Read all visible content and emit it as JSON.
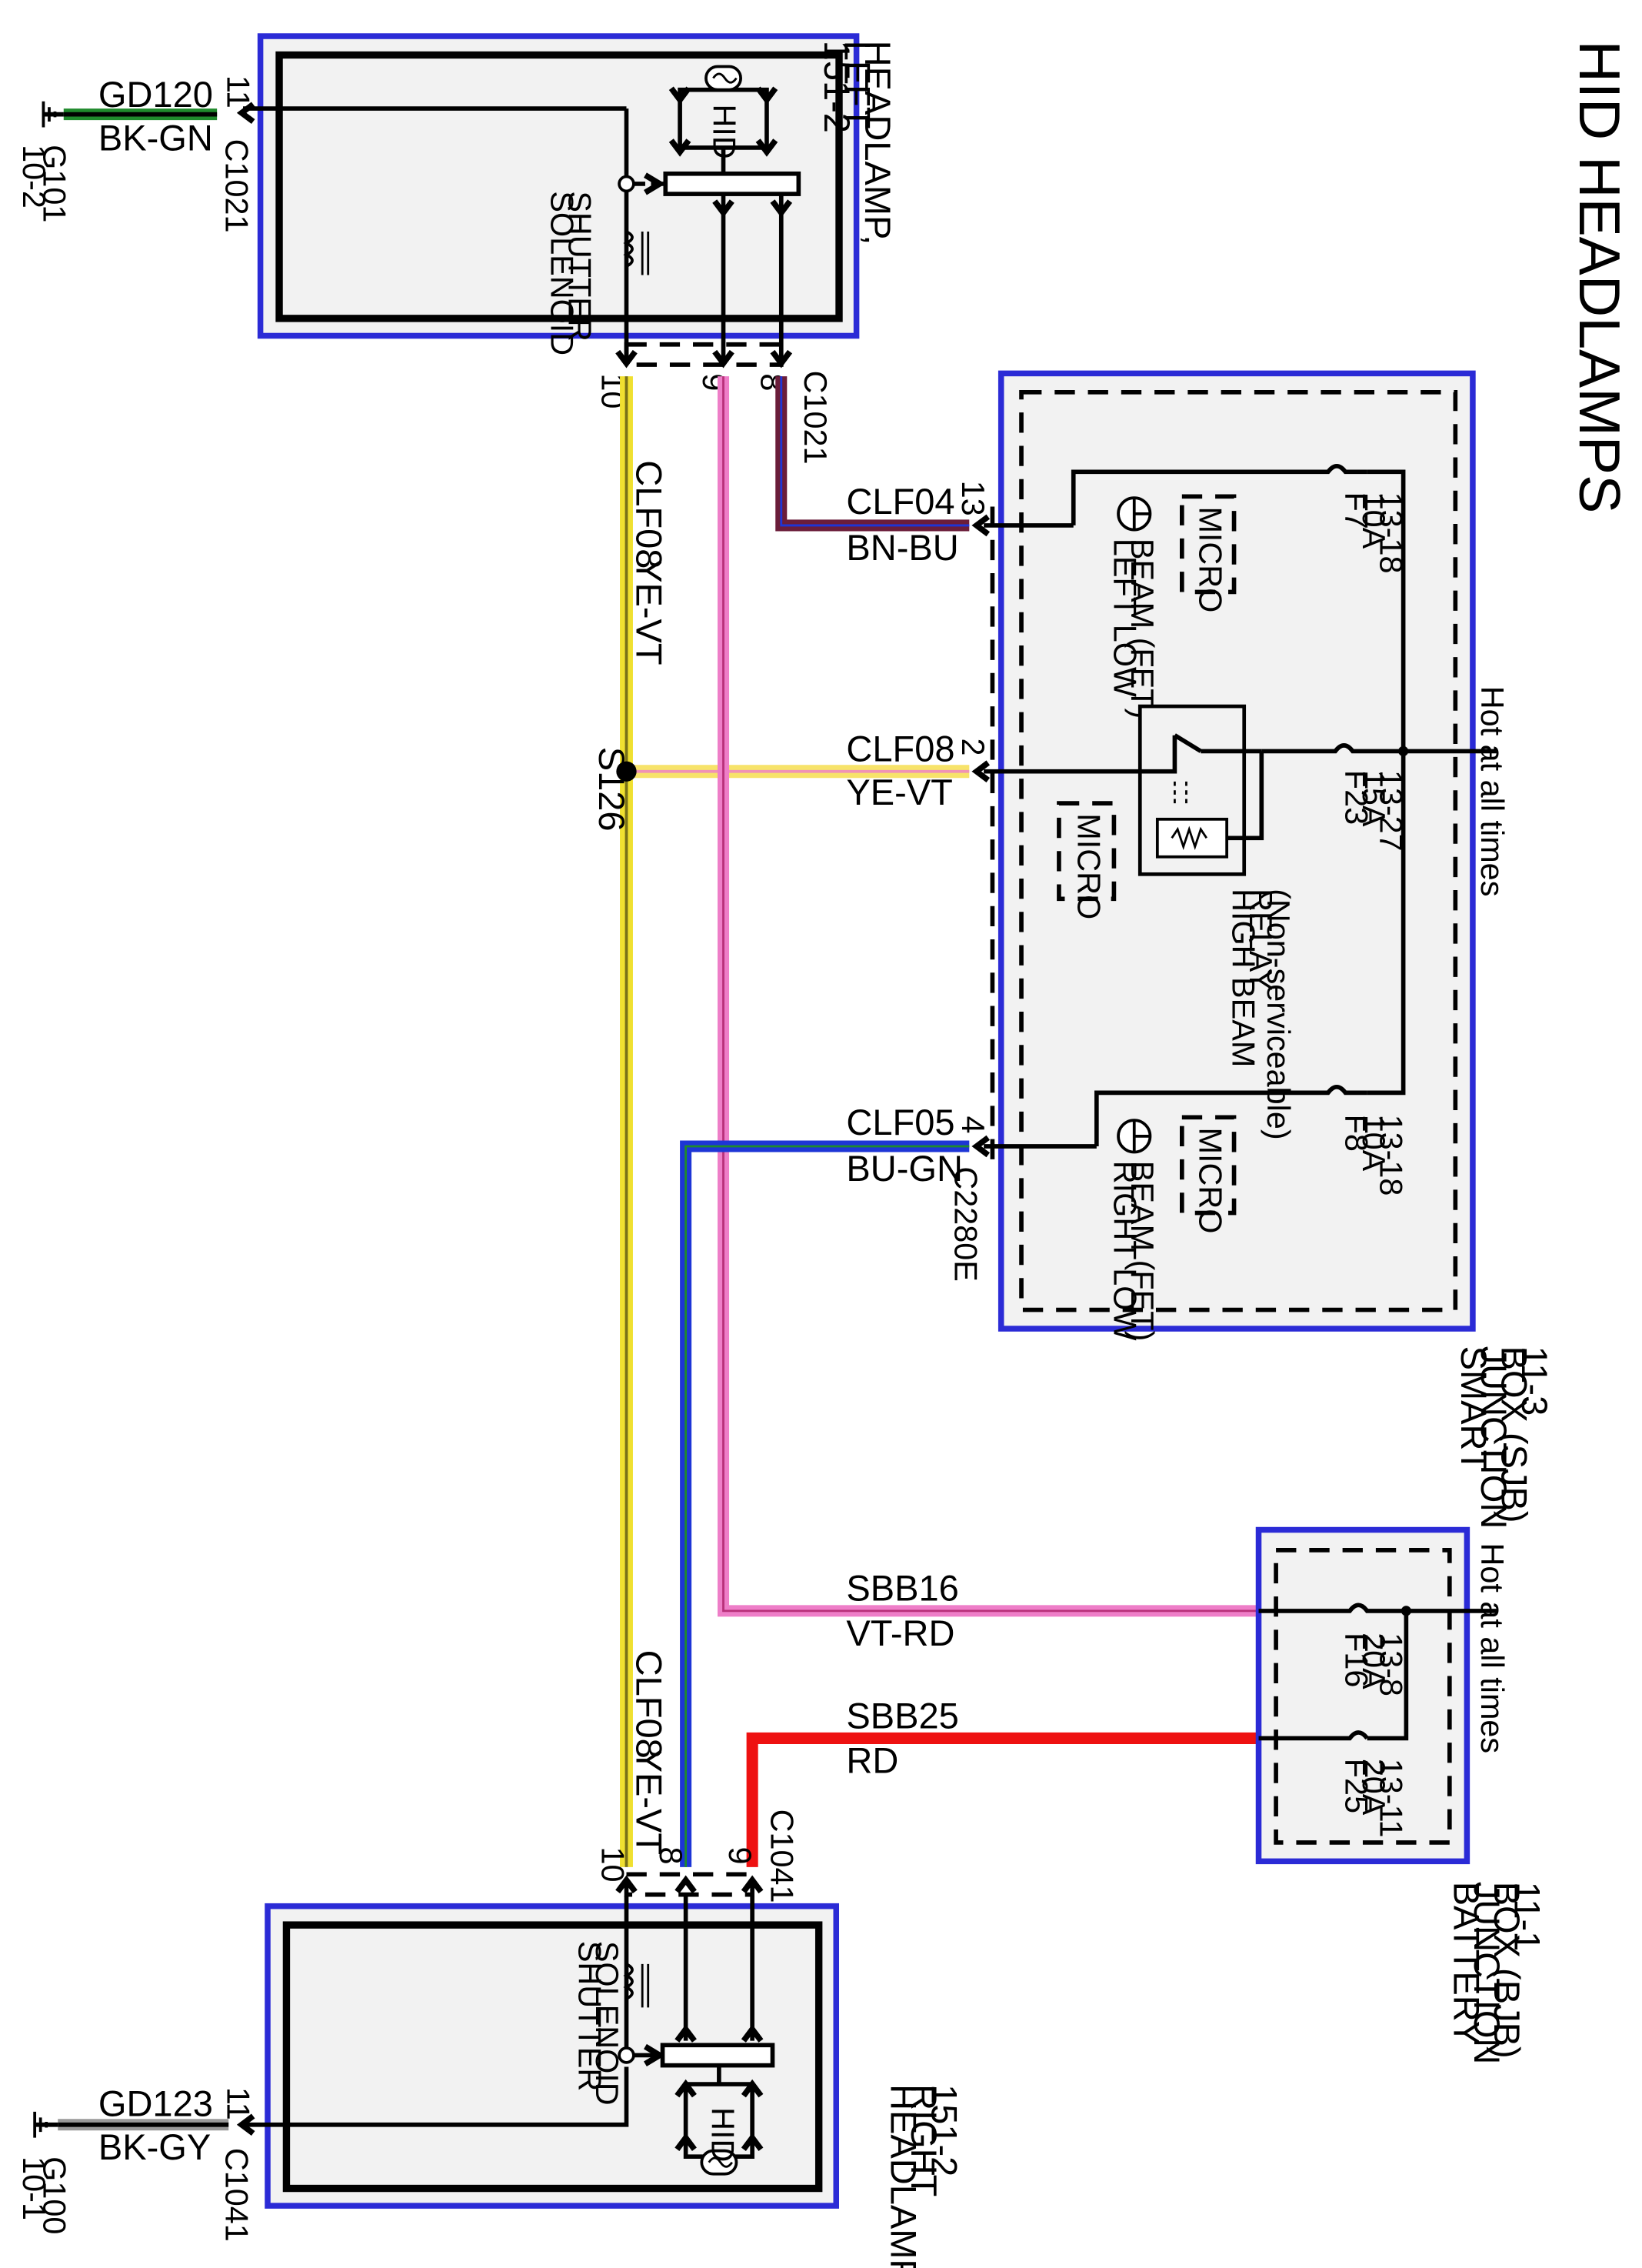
{
  "title": "HID HEADLAMPS",
  "colors": {
    "box_outline": "#2b2bd6",
    "box_fill": "#f2f2f2",
    "wire_yellow": "#f0e030",
    "wire_pink": "#ee7ec8",
    "wire_brown": "#6b1d3a",
    "wire_blue": "#1d35d6",
    "wire_red": "#ee1111",
    "wire_green": "#1f8a2c",
    "wire_grey": "#9a9a9a"
  },
  "headlamp_left": {
    "label_lines": [
      "HEADLAMP,",
      "LEFT",
      "151-2"
    ],
    "hid_label": "HID",
    "shutter_lines": [
      "SHUTTER",
      "SOLENOID"
    ],
    "connector": "C1021",
    "ground_connector": "C1021",
    "ground_pin": "11",
    "ground_circuit": "GD120",
    "ground_color": "BK-GN",
    "ground_name": "G101",
    "ground_ref": "10-2",
    "pins": [
      "10",
      "9",
      "8"
    ]
  },
  "headlamp_right": {
    "label_lines": [
      "HEADLAMP,",
      "RIGHT",
      "151-2"
    ],
    "hid_label": "HID",
    "shutter_lines": [
      "SHUTTER",
      "SOLENOID"
    ],
    "connector": "C1041",
    "ground_connector": "C1041",
    "ground_pin": "11",
    "ground_circuit": "GD123",
    "ground_color": "BK-GY",
    "ground_name": "G100",
    "ground_ref": "10-1",
    "pins": [
      "10",
      "8",
      "9"
    ]
  },
  "sjb": {
    "label_lines": [
      "SMART",
      "JUNCTION",
      "BOX (SJB)",
      "11-3"
    ],
    "hot_label": "Hot at all times",
    "connector": "C2280E",
    "fuses": [
      {
        "name": "F7",
        "rating": "10A",
        "ref": "13-18"
      },
      {
        "name": "F23",
        "rating": "15A",
        "ref": "13-27"
      },
      {
        "name": "F8",
        "rating": "10A",
        "ref": "13-18"
      }
    ],
    "micro": "MICRO",
    "left_low_beam": [
      "LEFT LOW",
      "BEAM (FET)"
    ],
    "right_low_beam": [
      "RIGHT LOW",
      "BEAM (FET)"
    ],
    "relay_lines": [
      "HIGH BEAM",
      "RELAY",
      "(Non-serviceable)"
    ],
    "pins": [
      "13",
      "2",
      "4"
    ]
  },
  "bjb": {
    "label_lines": [
      "BATTERY",
      "JUNCTION",
      "BOX (BJB)",
      "11-1"
    ],
    "hot_label": "Hot at all times",
    "fuses": [
      {
        "name": "F16",
        "rating": "20A",
        "ref": "13-8"
      },
      {
        "name": "F25",
        "rating": "20A",
        "ref": "13-11"
      }
    ]
  },
  "splice": "S126",
  "circuits": {
    "clf04": {
      "circuit": "CLF04",
      "color": "BN-BU"
    },
    "clf08": {
      "circuit": "CLF08",
      "color": "YE-VT"
    },
    "clf05": {
      "circuit": "CLF05",
      "color": "BU-GN"
    },
    "sbb16": {
      "circuit": "SBB16",
      "color": "VT-RD"
    },
    "sbb25": {
      "circuit": "SBB25",
      "color": "RD"
    },
    "clf08_upper": {
      "circuit": "CLF08",
      "color": "YE-VT"
    },
    "clf08_lower": {
      "circuit": "CLF08",
      "color": "YE-VT"
    }
  }
}
